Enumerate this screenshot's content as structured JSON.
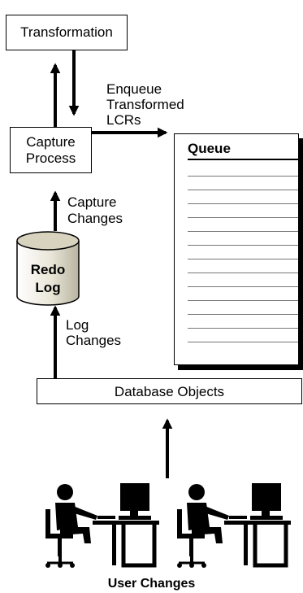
{
  "transformation_label": "Transformation",
  "capture_process": {
    "line1": "Capture",
    "line2": "Process"
  },
  "enqueue": {
    "line1": "Enqueue",
    "line2": "Transformed",
    "line3": "LCRs"
  },
  "queue": {
    "title": "Queue",
    "entry_lines": 13
  },
  "capture_changes": {
    "line1": "Capture",
    "line2": "Changes"
  },
  "redo_log": {
    "line1": "Redo",
    "line2": "Log"
  },
  "log_changes": {
    "line1": "Log",
    "line2": "Changes"
  },
  "database_objects_label": "Database Objects",
  "user_changes_label": "User Changes"
}
